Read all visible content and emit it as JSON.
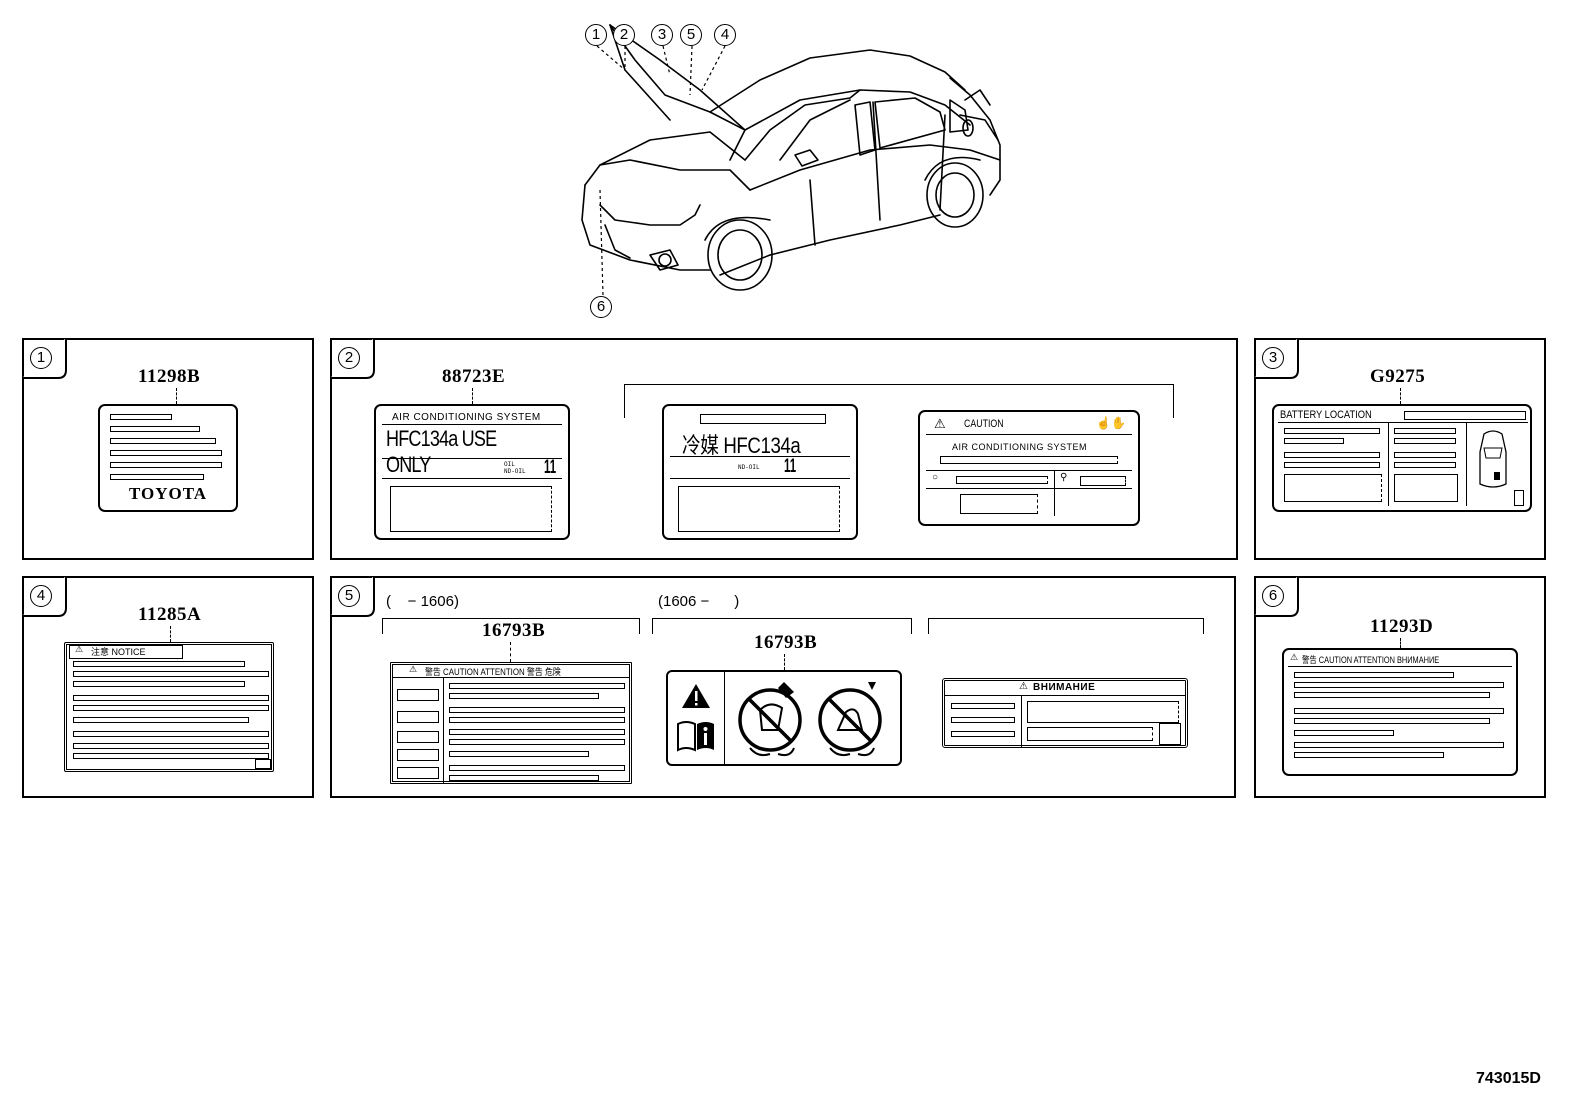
{
  "diagram_code": "743015D",
  "car_callouts": [
    "1",
    "2",
    "3",
    "5",
    "4",
    "6"
  ],
  "panels": {
    "p1": {
      "num": "1",
      "part": "11298B",
      "brand": "TOYOTA"
    },
    "p2": {
      "num": "2",
      "part": "88723E",
      "label_a": {
        "title": "AIR CONDITIONING SYSTEM",
        "big": "HFC134a USE ONLY",
        "oil_small": "OIL\nND-OIL",
        "oil_num": "11"
      },
      "label_b": {
        "big": "冷媒 HFC134a",
        "oil_small": "ND-OIL",
        "oil_num": "11"
      },
      "label_c": {
        "caution": "CAUTION",
        "system": "AIR CONDITIONING SYSTEM"
      }
    },
    "p3": {
      "num": "3",
      "part": "G9275",
      "title": "BATTERY LOCATION"
    },
    "p4": {
      "num": "4",
      "part": "11285A",
      "notice": "注意 NOTICE"
    },
    "p5": {
      "num": "5",
      "range1": "(    − 1606)",
      "range2": "(1606 −      )",
      "part_a": "16793B",
      "part_b": "16793B",
      "label_a_header": "警告 CAUTION ATTENTION 警告 危険",
      "label_c_header": "ВНИМАНИЕ"
    },
    "p6": {
      "num": "6",
      "part": "11293D",
      "header": "警告 CAUTION ATTENTION ВНИМАНИЕ"
    }
  }
}
